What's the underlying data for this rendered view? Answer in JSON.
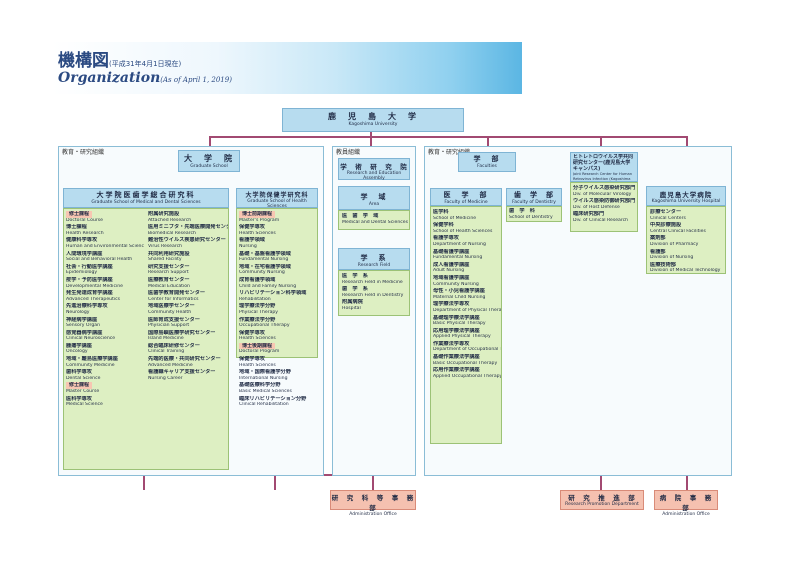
{
  "header": {
    "title_ja": "機構図",
    "title_ja_note": "(平成31年4月1日現在)",
    "title_en": "Organization",
    "title_en_note": "(As of April 1, 2019)"
  },
  "top": {
    "name_ja": "鹿　児　島　大　学",
    "name_en": "Kagoshima University"
  },
  "groups": {
    "left": "教育・研究組織",
    "mid": "教員組織",
    "right": "教育・研究組織"
  },
  "graduate": {
    "title": {
      "ja": "大　学　院",
      "en": "Graduate School"
    },
    "medical": {
      "title": {
        "ja": "大学院医歯学総合研究科",
        "en": "Graduate School of Medical and Dental Sciences"
      },
      "items_left": [
        "修士課程",
        "Doctoral Course",
        "博士課程",
        "Health Research",
        "健康科学専攻",
        "Human and Environmental Science",
        "人間環境学講座",
        "Social and Behavioral Health",
        "社会・行動医学講座",
        "Epidemiology",
        "疫学・予防医学講座",
        "Developmental Medicine",
        "発生発達成育学講座",
        "Advanced Therapeutics",
        "先進治療科学専攻",
        "Neurology",
        "神経病学講座",
        "Sensory Organ",
        "感覚器病学講座",
        "Clinical Neuroscience",
        "腫瘍学講座",
        "Oncology",
        "地域・離島医療学講座",
        "Community Medicine",
        "歯科学専攻",
        "Dental Science"
      ],
      "items_right": [
        "附属研究施設",
        "Attached Research",
        "医用ミニブタ・先端医療開発センター",
        "Biomedical Research",
        "難治性ウイルス疾患研究センター",
        "Virus Research",
        "共同利用研究施設",
        "Shared Facility",
        "研究支援センター",
        "Research Support",
        "医療教育センター",
        "Medical Education",
        "医歯学教育開発センター",
        "Center for Informatics",
        "地域医療学センター",
        "Community Health",
        "医師育成支援センター",
        "Physician Support",
        "国際島嶼医療学研究センター",
        "Island Medicine",
        "総合臨床研修センター",
        "Clinical Training",
        "先端的医療・共同研究センター",
        "Advanced Medicine",
        "看護職キャリア支援センター",
        "Nursing Career"
      ],
      "bottom": [
        "修士課程",
        "Master Course",
        "医科学専攻",
        "Medical Science"
      ]
    },
    "health": {
      "title": {
        "ja": "大学院保健学研究科",
        "en": "Graduate School of Health Sciences"
      },
      "items": [
        "博士前期課程",
        "Master's Program",
        "保健学専攻",
        "Health Sciences",
        "看護学領域",
        "Nursing",
        "基礎・基盤看護学領域",
        "Fundamental Nursing",
        "地域・在宅看護学領域",
        "Community Nursing",
        "成育看護学領域",
        "Child and Family Nursing",
        "リハビリテーション科学領域",
        "Rehabilitation",
        "理学療法学分野",
        "Physical Therapy",
        "作業療法学分野",
        "Occupational Therapy",
        "保健学専攻",
        "Health Sciences",
        "博士後期課程",
        "Doctoral Program",
        "保健学専攻",
        "Health Sciences",
        "地域・国際看護学分野",
        "International Nursing",
        "基礎医療科学分野",
        "Basic Medical Sciences",
        "臨床リハビリテーション分野",
        "Clinical Rehabilitation"
      ]
    }
  },
  "faculty_org": {
    "research": {
      "ja": "学　術　研　究　院",
      "en": "Research and Education Assembly"
    },
    "domain": {
      "ja": "学　域",
      "en": "Area"
    },
    "domain_items": [
      "医　歯　学　域",
      "Medical and Dental Sciences"
    ],
    "division": {
      "ja": "学　系",
      "en": "Research Field"
    },
    "division_items": [
      "医　学　系",
      "Research Field in Medicine",
      "歯　学　系",
      "Research Field in Dentistry",
      "附属病院",
      "Hospital"
    ]
  },
  "faculties": {
    "title": {
      "ja": "学　部",
      "en": "Faculties"
    },
    "medicine": {
      "title": {
        "ja": "医　学　部",
        "en": "Faculty of Medicine"
      },
      "items": [
        "医学科",
        "School of Medicine",
        "保健学科",
        "School of Health Sciences",
        "看護学専攻",
        "Department of Nursing",
        "基礎看護学講座",
        "Fundamental Nursing",
        "成人看護学講座",
        "Adult Nursing",
        "地域看護学講座",
        "Community Nursing",
        "母性・小児看護学講座",
        "Maternal Child Nursing",
        "理学療法学専攻",
        "Department of Physical Therapy",
        "基礎理学療法学講座",
        "Basic Physical Therapy",
        "応用理学療法学講座",
        "Applied Physical Therapy",
        "作業療法学専攻",
        "Department of Occupational Therapy",
        "基礎作業療法学講座",
        "Basic Occupational Therapy",
        "応用作業療法学講座",
        "Applied Occupational Therapy"
      ]
    },
    "dentistry": {
      "title": {
        "ja": "歯　学　部",
        "en": "Faculty of Dentistry"
      },
      "items": [
        "歯　学　科",
        "School of Dentistry"
      ]
    },
    "center": {
      "ja": "ヒトレトロウイルス学共同研究センター(鹿児島大学キャンパス)",
      "en": "Joint Research Center for Human Retrovirus Infection (Kagoshima University Campus)",
      "items": [
        "分子ウイルス感染研究部門",
        "Div. of Molecular Virology",
        "ウイルス感染防御研究部門",
        "Div. of Host Defense",
        "臨床研究部門",
        "Div. of Clinical Research"
      ]
    },
    "hospital": {
      "title": {
        "ja": "鹿児島大学病院",
        "en": "Kagoshima University Hospital"
      },
      "items": [
        "診療センター",
        "Clinical Centers",
        "中央診療施設",
        "Central Clinical Facilities",
        "薬剤部",
        "Division of Pharmacy",
        "看護部",
        "Division of Nursing",
        "医療技術部",
        "Division of Medical Technology"
      ]
    }
  },
  "offices": [
    {
      "ja": "研　究　科　等　事　務　部",
      "en": "Administration Office"
    },
    {
      "ja": "研　究　推　進　部",
      "en": "Research Promotion Department"
    },
    {
      "ja": "病　院　事　務　部",
      "en": "Administration Office"
    }
  ]
}
